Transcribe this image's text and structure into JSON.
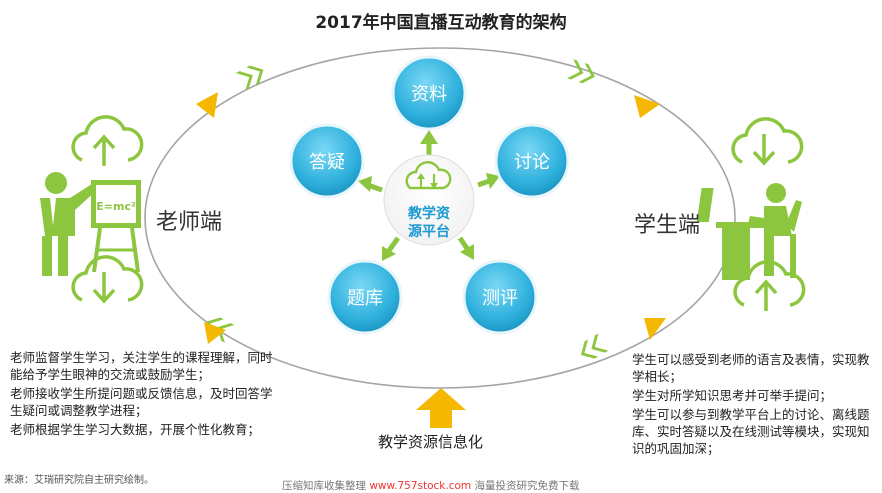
{
  "title": "2017年中国直播互动教育的架构",
  "teacher_side": {
    "label": "老师端",
    "board_text": "E=mc²",
    "notes": [
      "老师监督学生学习，关注学生的课程理解，同时能给予学生眼神的交流或鼓励学生；",
      "老师接收学生所提问题或反馈信息，及时回答学生疑问或调整教学进程；",
      "老师根据学生学习大数据，开展个性化教育；"
    ]
  },
  "student_side": {
    "label": "学生端",
    "notes": [
      "学生可以感受到老师的语言及表情，实现教学相长；",
      "学生对所学知识思考并可举手提问；",
      "学生可以参与到教学平台上的讨论、离线题库、实时答疑以及在线测试等模块，实现知识的巩固加深；"
    ]
  },
  "center": {
    "line1": "教学资",
    "line2": "源平台"
  },
  "nodes": [
    "资料",
    "讨论",
    "测评",
    "题库",
    "答疑"
  ],
  "bottom_label": "教学资源信息化",
  "source": "来源：艾瑞研究院自主研究绘制。",
  "watermark": {
    "prefix": "压缩知库收集整理",
    "site": "www.757stock.com",
    "suffix": "海量投资研究免费下载"
  },
  "colors": {
    "green": "#8cc63f",
    "yellow": "#f5b800",
    "blue": "#29a9d6",
    "blue_light": "#66cdf0",
    "ellipse": "#999999"
  }
}
